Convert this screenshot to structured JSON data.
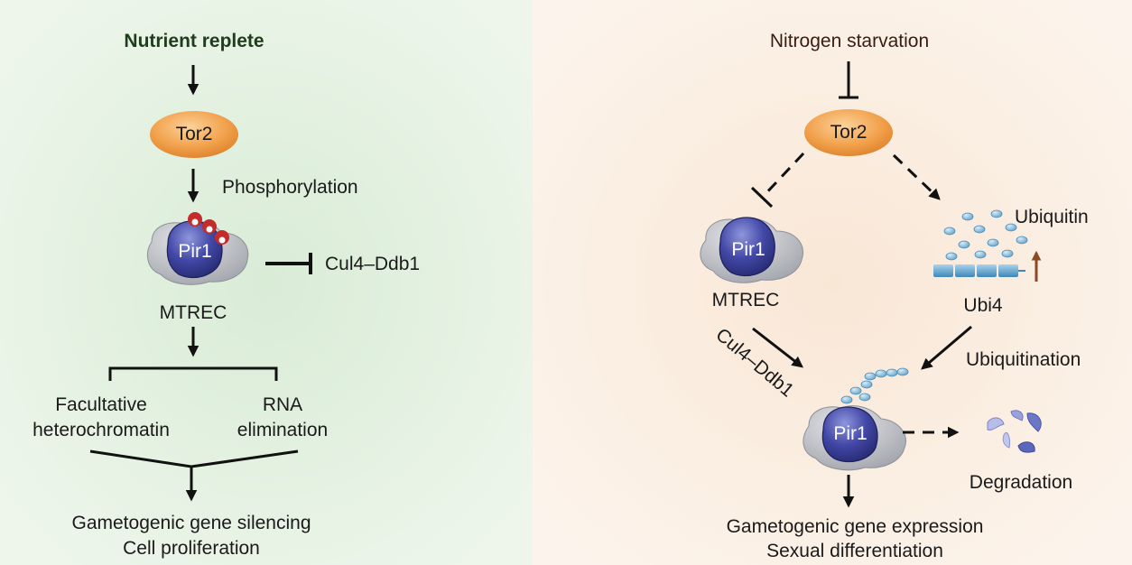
{
  "left_panel": {
    "background": "#e8f3e6",
    "condition": "Nutrient replete",
    "condition_color": "#1f3d1c",
    "kinase": "Tor2",
    "modification": "Phosphorylation",
    "complex_protein": "Pir1",
    "complex_name": "MTREC",
    "inhibits": "Cul4–Ddb1",
    "outcome_left": [
      "Facultative",
      "heterochromatin"
    ],
    "outcome_right": [
      "RNA",
      "elimination"
    ],
    "result": [
      "Gametogenic gene silencing",
      "Cell proliferation"
    ]
  },
  "right_panel": {
    "background": "#fbf1e7",
    "condition": "Nitrogen starvation",
    "condition_color": "#3a1c12",
    "kinase": "Tor2",
    "complex_protein": "Pir1",
    "complex_name": "MTREC",
    "ubiquitin": "Ubiquitin",
    "ubi_gene": "Ubi4",
    "ligase": "Cul4–Ddb1",
    "process": "Ubiquitination",
    "target_protein": "Pir1",
    "fate": "Degradation",
    "result": [
      "Gametogenic gene expression",
      "Sexual differentiation"
    ]
  },
  "colors": {
    "tor2_fill": "#f0a04b",
    "pir1_fill": "#3b3f96",
    "mtrec_fill": "#bfc1c6",
    "phospho": "#c42b2b",
    "ubiquitin": "#7fb6d8",
    "up_arrow": "#8b4a22"
  }
}
